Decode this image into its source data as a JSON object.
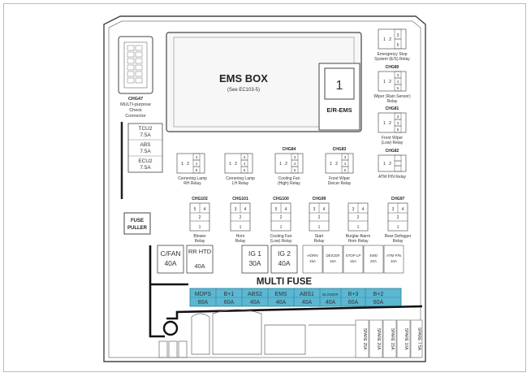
{
  "ems_box": {
    "title": "EMS BOX",
    "subtitle": "(See EC103-5)",
    "relay_number": "1",
    "er_ems_label": "E/R-EMS"
  },
  "connector": {
    "lines": [
      "CHG47",
      "MULTI-purpose",
      "Check",
      "Connector"
    ]
  },
  "fuses_left": [
    {
      "name": "TCU2",
      "rating": "7.5A"
    },
    {
      "name": "ABS",
      "rating": "7.5A"
    },
    {
      "name": "ECU2",
      "rating": "7.5A"
    }
  ],
  "right_relays": [
    {
      "code": "",
      "label_lines": [
        "Emergency Stop",
        "System (E/S) Relay"
      ]
    },
    {
      "code": "CHG80",
      "label_lines": [
        "Wiper (Rain Sensor)",
        "Relay"
      ]
    },
    {
      "code": "CHG81",
      "label_lines": [
        "Front Wiper",
        "(Low) Relay"
      ]
    },
    {
      "code": "CHG82",
      "label_lines": [
        "ATM P/N Relay"
      ]
    }
  ],
  "row1_relays": [
    {
      "code": "",
      "label_lines": [
        "Cornering Lamp",
        "RH Relay"
      ]
    },
    {
      "code": "",
      "label_lines": [
        "Cornering Lamp",
        "LH Relay"
      ]
    },
    {
      "code": "CHG84",
      "label_lines": [
        "Cooling Fan",
        "(High) Relay"
      ]
    },
    {
      "code": "CHG83",
      "label_lines": [
        "Front Wiper",
        "Deicer Relay"
      ]
    }
  ],
  "row2_relays": [
    {
      "code": "CHG102",
      "label_lines": [
        "Blower",
        "Relay"
      ]
    },
    {
      "code": "CHG101",
      "label_lines": [
        "Horn",
        "Relay"
      ]
    },
    {
      "code": "CHG100",
      "label_lines": [
        "Cooling Fan",
        "(Low) Relay"
      ]
    },
    {
      "code": "CHG99",
      "label_lines": [
        "Start",
        "Relay"
      ]
    },
    {
      "code": "",
      "label_lines": [
        "Burglar Alarm",
        "Horn Relay"
      ]
    },
    {
      "code": "CHG97",
      "label_lines": [
        "Rear Defogger",
        "Relay"
      ]
    }
  ],
  "fuse_puller": {
    "lines": [
      "FUSE",
      "PULLER"
    ]
  },
  "large_fuses": [
    {
      "name": "C/FAN",
      "rating": "40A"
    },
    {
      "name": "RR HTD",
      "rating": "40A"
    },
    {
      "name": "IG 1",
      "rating": "30A"
    },
    {
      "name": "IG 2",
      "rating": "40A"
    }
  ],
  "small_fuses": [
    {
      "name": "HORN",
      "rating": "15A"
    },
    {
      "name": "DEICER",
      "rating": "15A"
    },
    {
      "name": "STOP LP",
      "rating": "15A"
    },
    {
      "name": "4WD",
      "rating": "20A"
    },
    {
      "name": "ATM P/N",
      "rating": "10A"
    }
  ],
  "multi_fuse": {
    "title": "MULTI FUSE",
    "items": [
      {
        "name": "MDPS",
        "rating": "80A"
      },
      {
        "name": "B+1",
        "rating": "60A"
      },
      {
        "name": "ABS2",
        "rating": "40A"
      },
      {
        "name": "EMS",
        "rating": "40A"
      },
      {
        "name": "ABS1",
        "rating": "40A"
      },
      {
        "name": "BLOWER",
        "rating": "40A"
      },
      {
        "name": "B+3",
        "rating": "60A"
      },
      {
        "name": "B+2",
        "rating": "60A"
      }
    ]
  },
  "spare_fuses": [
    "SPARE 25A",
    "SPARE 20A",
    "SPARE 15A",
    "SPARE 10A",
    "SPARE 7.5A"
  ],
  "colors": {
    "highlight": "#5bb7d2",
    "highlight_stroke": "#2a7f98",
    "line": "#555"
  }
}
